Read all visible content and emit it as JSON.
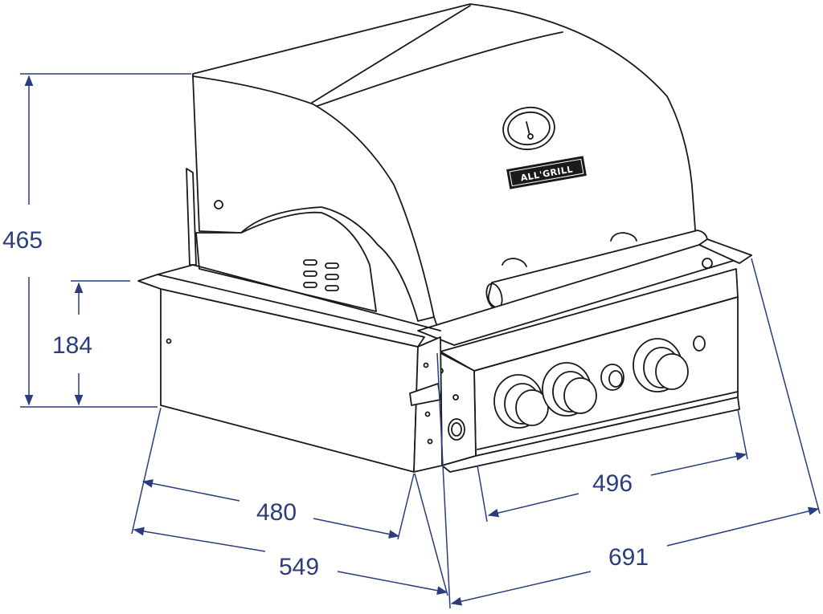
{
  "diagram": {
    "brand_logo": "ALL'GRILL",
    "line_color": "#1a1a1a",
    "dimension_color": "#2b3d7c",
    "dimensions": {
      "height_total": "465",
      "height_panel": "184",
      "depth_inner": "480",
      "depth_outer": "549",
      "width_front": "496",
      "width_total": "691"
    },
    "icons": [
      "thermometer-icon",
      "control-knob-icon",
      "igniter-icon"
    ]
  }
}
